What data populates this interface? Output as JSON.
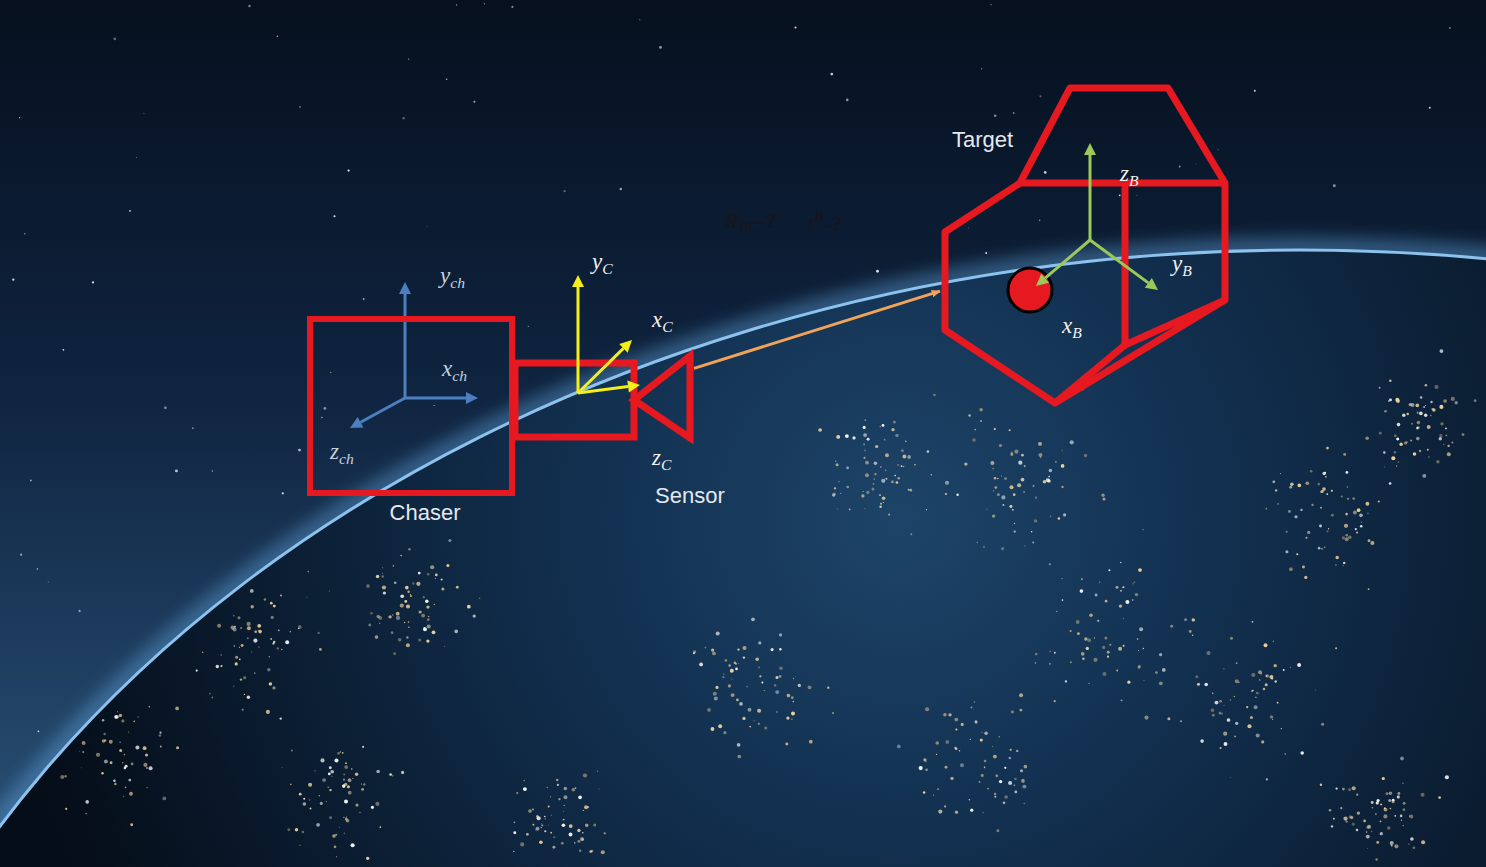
{
  "diagram": {
    "nodes": [
      {
        "text": [
          "Chaser"
        ]
      },
      {
        "text": [
          "Sensor"
        ]
      },
      {
        "text": [
          "Target"
        ]
      }
    ],
    "edges": [
      {
        "from": 1,
        "to": 2,
        "arrow": "to"
      }
    ],
    "labels": [
      "ych",
      "xch",
      "zch",
      "yC",
      "xC",
      "zC",
      "zB",
      "yB",
      "xB",
      "RBC-?",
      "tB-?"
    ]
  }
}
